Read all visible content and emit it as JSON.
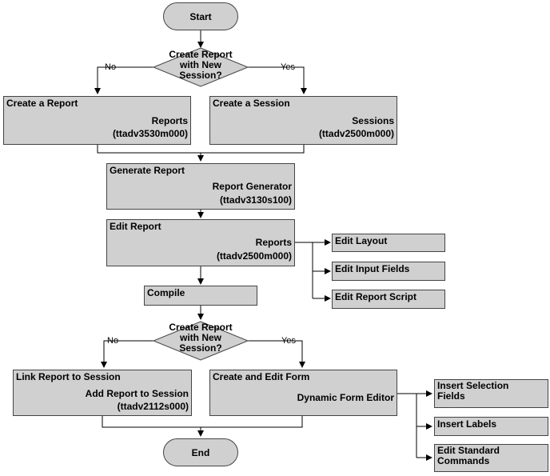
{
  "start": "Start",
  "end": "End",
  "decision1": {
    "lines": [
      "Create Report",
      "with New",
      "Session?"
    ],
    "no": "No",
    "yes": "Yes"
  },
  "decision2": {
    "lines": [
      "Create Report",
      "with New",
      "Session?"
    ],
    "no": "No",
    "yes": "Yes"
  },
  "create_report": {
    "title": "Create a Report",
    "session": "Reports",
    "code": "(ttadv3530m000)"
  },
  "create_session": {
    "title": "Create a Session",
    "session": "Sessions",
    "code": "(ttadv2500m000)"
  },
  "generate_report": {
    "title": "Generate Report",
    "session": "Report Generator",
    "code": "(ttadv3130s100)"
  },
  "edit_report": {
    "title": "Edit Report",
    "session": "Reports",
    "code": "(ttadv2500m000)"
  },
  "compile": {
    "title": "Compile"
  },
  "edit_layout": {
    "title": "Edit Layout"
  },
  "edit_input_fields": {
    "title": "Edit Input Fields"
  },
  "edit_report_script": {
    "title": "Edit Report Script"
  },
  "link_report": {
    "title": "Link Report to Session",
    "session": "Add Report to Session",
    "code": "(ttadv2112s000)"
  },
  "create_edit_form": {
    "title": "Create and Edit Form",
    "session": "Dynamic Form Editor"
  },
  "insert_selection_fields": {
    "title": "Insert Selection Fields"
  },
  "insert_labels": {
    "title": "Insert Labels"
  },
  "edit_standard_commands": {
    "title": "Edit Standard Commands"
  }
}
